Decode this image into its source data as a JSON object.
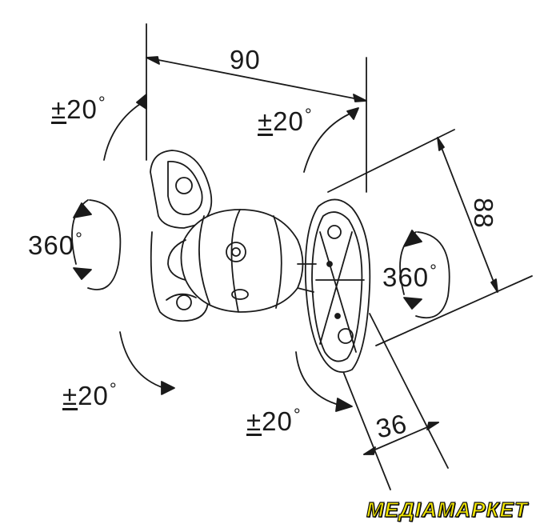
{
  "dimensions": {
    "width": "90",
    "height": "88",
    "depth": "36"
  },
  "angles": {
    "tilt_top_left": {
      "sign": "±",
      "value": "20"
    },
    "tilt_top_right": {
      "sign": "±",
      "value": "20"
    },
    "tilt_bottom_left": {
      "sign": "±",
      "value": "20"
    },
    "tilt_bottom_right": {
      "sign": "±",
      "value": "20"
    },
    "rotate_left": {
      "value": "360"
    },
    "rotate_right": {
      "value": "360"
    }
  },
  "degree_symbol": "°",
  "brand": {
    "name": "МЕДІАМАРКЕТ"
  },
  "colors": {
    "line": "#1a1a1a",
    "brand_fill": "#f2e600",
    "brand_outline": "#111111"
  }
}
